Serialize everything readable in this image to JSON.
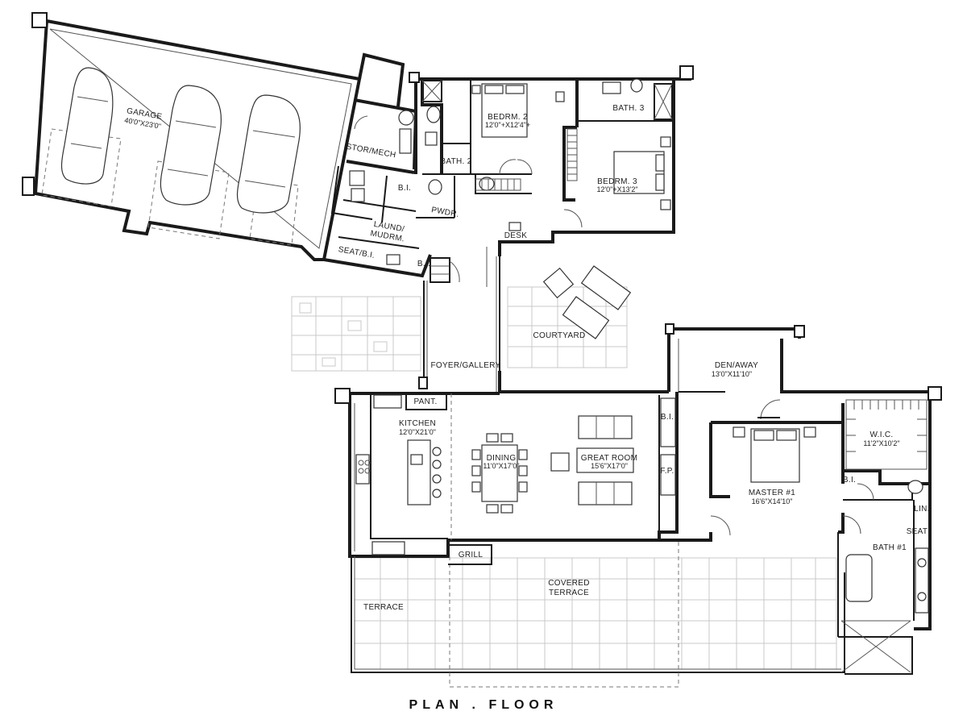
{
  "title": "PLAN . FLOOR",
  "rooms": [
    {
      "id": "garage",
      "name": "GARAGE",
      "dims": "40'0\"X23'0\""
    },
    {
      "id": "stor",
      "name": "STOR/MECH"
    },
    {
      "id": "bedrm2",
      "name": "BEDRM. 2",
      "dims": "12'0\"+X12'4\"+"
    },
    {
      "id": "bath2",
      "name": "BATH. 2"
    },
    {
      "id": "bath3",
      "name": "BATH. 3"
    },
    {
      "id": "bedrm3",
      "name": "BEDRM. 3",
      "dims": "12'0\"+X13'2\""
    },
    {
      "id": "bi1",
      "name": "B.I."
    },
    {
      "id": "pwdr",
      "name": "PWDR."
    },
    {
      "id": "laund",
      "name": "LAUND/\nMUDRM."
    },
    {
      "id": "seat1",
      "name": "SEAT/B.I."
    },
    {
      "id": "bi2",
      "name": "B.I."
    },
    {
      "id": "desk",
      "name": "DESK"
    },
    {
      "id": "courtyard",
      "name": "COURTYARD"
    },
    {
      "id": "foyer",
      "name": "FOYER/GALLERY"
    },
    {
      "id": "den",
      "name": "DEN/AWAY",
      "dims": "13'0\"X11'10\""
    },
    {
      "id": "pant",
      "name": "PANT."
    },
    {
      "id": "kitchen",
      "name": "KITCHEN",
      "dims": "12'0\"X21'0\""
    },
    {
      "id": "dining",
      "name": "DINING",
      "dims": "11'0\"X17'0\""
    },
    {
      "id": "great",
      "name": "GREAT ROOM",
      "dims": "15'6\"X17'0\""
    },
    {
      "id": "bi3",
      "name": "B.I."
    },
    {
      "id": "fp",
      "name": "F.P."
    },
    {
      "id": "master",
      "name": "MASTER #1",
      "dims": "16'6\"X14'10\""
    },
    {
      "id": "wic",
      "name": "W.I.C.",
      "dims": "11'2\"X10'2\""
    },
    {
      "id": "lin",
      "name": "LIN."
    },
    {
      "id": "seat2",
      "name": "SEAT"
    },
    {
      "id": "bath1",
      "name": "BATH #1"
    },
    {
      "id": "bi4",
      "name": "B.I."
    },
    {
      "id": "grill",
      "name": "GRILL"
    },
    {
      "id": "covered",
      "name": "COVERED\nTERRACE"
    },
    {
      "id": "terrace",
      "name": "TERRACE"
    }
  ]
}
